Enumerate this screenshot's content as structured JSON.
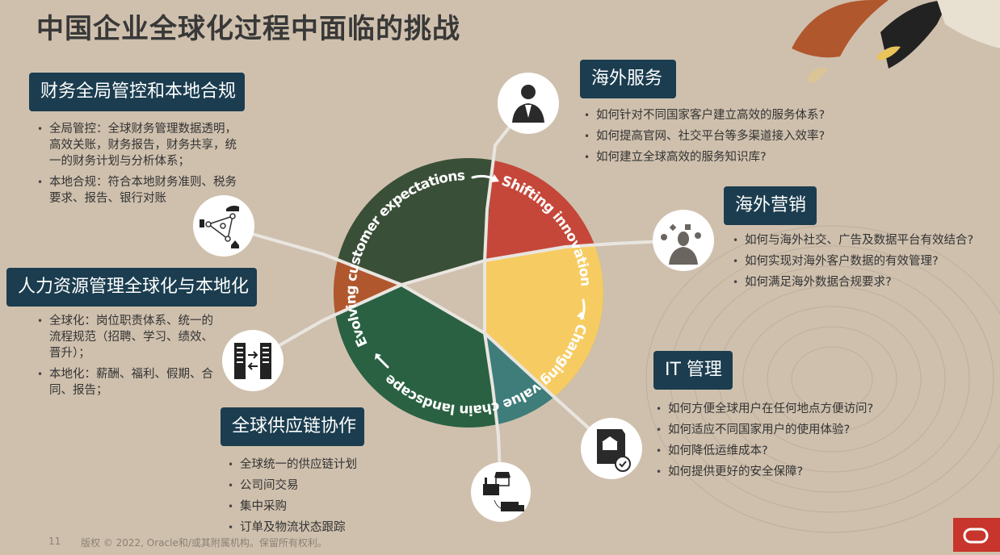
{
  "title": "中国企业全球化过程中面临的挑战",
  "colors": {
    "background": "#cfc0ad",
    "box": "#1b3d4f",
    "olive": "#3a4f37",
    "red": "#c5473a",
    "yellow": "#f6cc62",
    "teal": "#3e7d7a",
    "green": "#2a6142",
    "orange": "#b0572e",
    "oracle_red": "#c7352c"
  },
  "wheel": {
    "labels": [
      "Evolving customer expectations",
      "Shifting innovation",
      "Changing value chain landscape"
    ]
  },
  "sections": {
    "finance": {
      "title": "财务全局管控和本地合规",
      "icon": "network-icon",
      "bullets": [
        "全局管控：全球财务管理数据透明，高效关账，财务报告，财务共享，统一的财务计划与分析体系；",
        "本地合规：符合本地财务准则、税务要求、报告、银行对账"
      ]
    },
    "hr": {
      "title": "人力资源管理全球化与本地化",
      "icon": "buildings-exchange-icon",
      "bullets": [
        "全球化：岗位职责体系、统一的流程规范（招聘、学习、绩效、晋升）；",
        "本地化：薪酬、福利、假期、合同、报告；"
      ]
    },
    "supply": {
      "title": "全球供应链协作",
      "icon": "supply-chain-icon",
      "bullets": [
        "全球统一的供应链计划",
        "公司间交易",
        "集中采购",
        "订单及物流状态跟踪"
      ]
    },
    "service": {
      "title": "海外服务",
      "icon": "customer-service-icon",
      "bullets": [
        "如何针对不同国家客户建立高效的服务体系?",
        "如何提高官网、社交平台等多渠道接入效率?",
        "如何建立全球高效的服务知识库?"
      ]
    },
    "marketing": {
      "title": "海外营销",
      "icon": "marketing-person-icon",
      "bullets": [
        "如何与海外社交、广告及数据平台有效结合?",
        "如何实现对海外客户数据的有效管理?",
        "如何满足海外数据合规要求?"
      ]
    },
    "it": {
      "title": "IT 管理",
      "icon": "certified-document-icon",
      "bullets": [
        "如何方便全球用户在任何地点方便访问?",
        "如何适应不同国家用户的使用体验?",
        "如何降低运维成本?",
        "如何提供更好的安全保障?"
      ]
    }
  },
  "footer": {
    "page": "11",
    "copyright": "版权 © 2022, Oracle和/或其附属机构。保留所有权利。"
  }
}
